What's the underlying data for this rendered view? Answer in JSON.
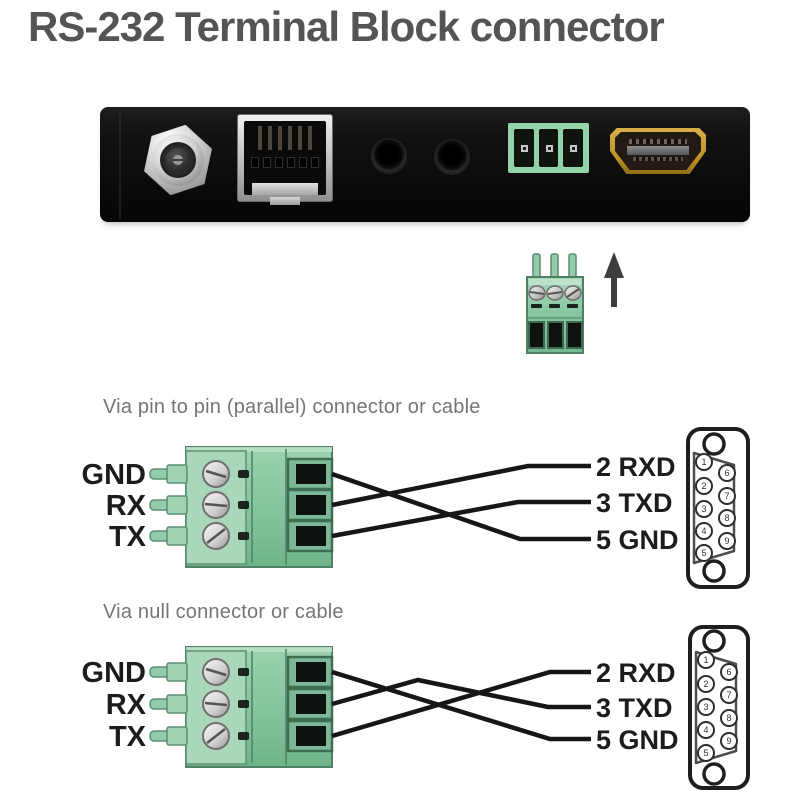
{
  "title": "RS-232 Terminal Block connector",
  "colors": {
    "connector_green": "#8fcaa7",
    "panel_black": "#0d0d0d",
    "wire_black": "#161616",
    "title_gray": "#545454",
    "heading_gray": "#757575",
    "hdmi_gold": "#c79b2e"
  },
  "device_panel": {
    "ports": [
      {
        "name": "dc-power-jack"
      },
      {
        "name": "rj45-port"
      },
      {
        "name": "audio-jack-left"
      },
      {
        "name": "audio-jack-right"
      },
      {
        "name": "terminal-block-socket"
      },
      {
        "name": "hdmi-port"
      }
    ]
  },
  "callout": {
    "connector": "3-pin-terminal-block-plug",
    "icon": "up-arrow"
  },
  "db9": {
    "pins": [
      "1",
      "2",
      "3",
      "4",
      "5",
      "6",
      "7",
      "8",
      "9"
    ]
  },
  "sections": [
    {
      "heading": "Via pin to pin (parallel) connector or cable",
      "left_labels": [
        "GND",
        "RX",
        "TX"
      ],
      "right_labels": [
        "2 RXD",
        "3 TXD",
        "5 GND"
      ],
      "connections": [
        {
          "from": "GND",
          "to": "5 GND"
        },
        {
          "from": "RX",
          "to": "2 RXD"
        },
        {
          "from": "TX",
          "to": "3 TXD"
        }
      ]
    },
    {
      "heading": "Via null connector or cable",
      "left_labels": [
        "GND",
        "RX",
        "TX"
      ],
      "right_labels": [
        "2 RXD",
        "3 TXD",
        "5 GND"
      ],
      "connections": [
        {
          "from": "GND",
          "to": "5 GND"
        },
        {
          "from": "RX",
          "to": "3 TXD"
        },
        {
          "from": "TX",
          "to": "2 RXD"
        }
      ]
    }
  ]
}
